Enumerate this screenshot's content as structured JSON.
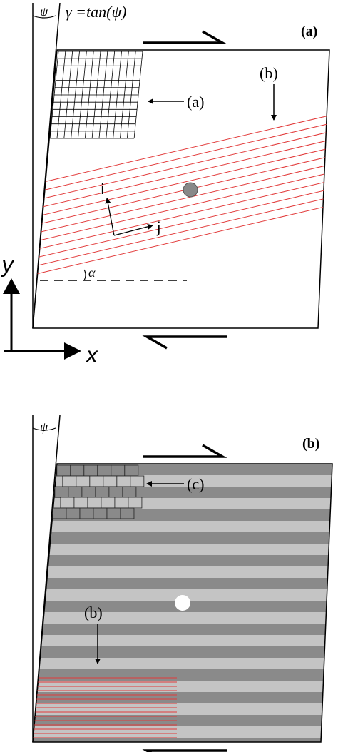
{
  "panel_a": {
    "panel_label": "(a)",
    "psi_label": "ψ",
    "gamma_eq": "γ =tan(ψ)",
    "grid_label": "(a)",
    "lines_label": "(b)",
    "axis_i": "i",
    "axis_j": "j",
    "alpha_label": "α",
    "y_label": "y",
    "x_label": "x"
  },
  "panel_b": {
    "panel_label": "(b)",
    "psi_label": "ψ",
    "bricks_label": "(c)",
    "lines_label": "(b)"
  },
  "colors": {
    "red_line": "#e23a3a",
    "stripe_dark": "#8a8a8a",
    "stripe_light": "#c4c4c4",
    "circle_fill": "#888888"
  }
}
